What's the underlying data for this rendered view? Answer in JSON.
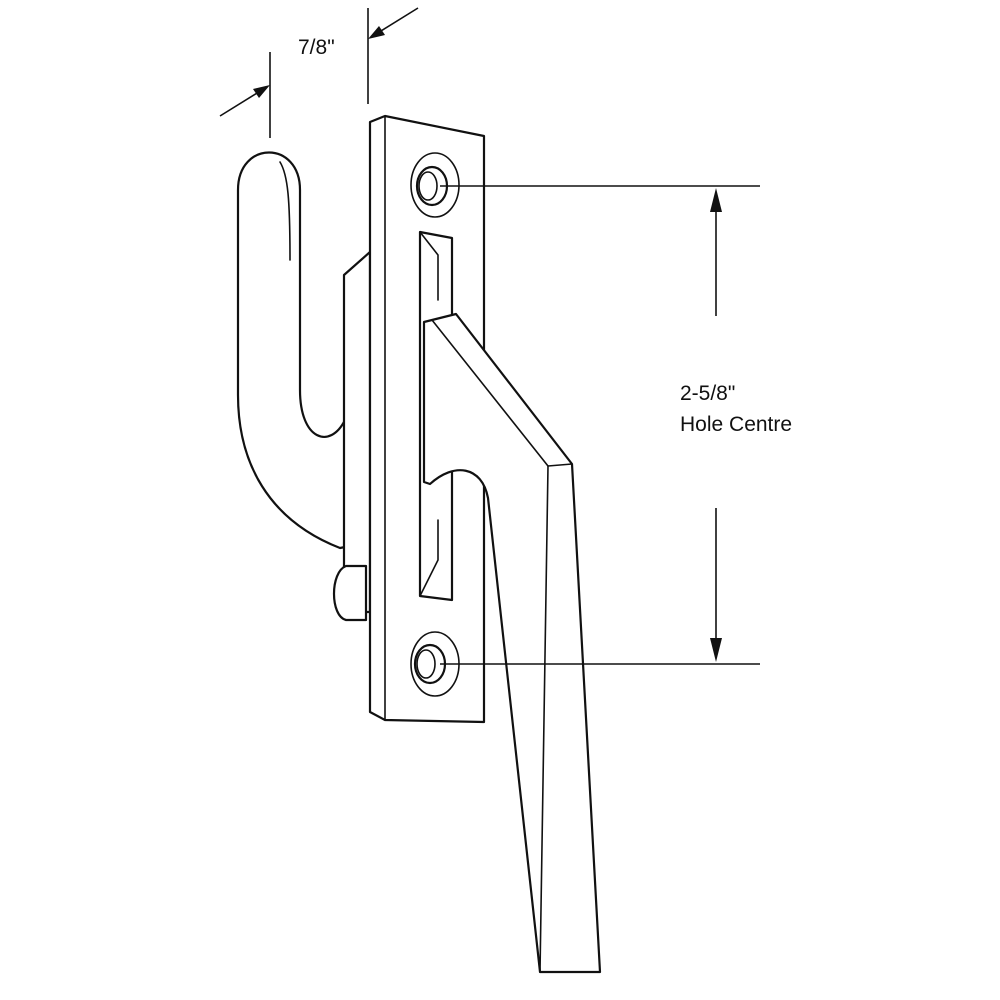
{
  "dimensions": {
    "width_label": "7/8\"",
    "hole_spacing_label_line1": "2-5/8\"",
    "hole_spacing_label_line2": "Hole Centre"
  }
}
